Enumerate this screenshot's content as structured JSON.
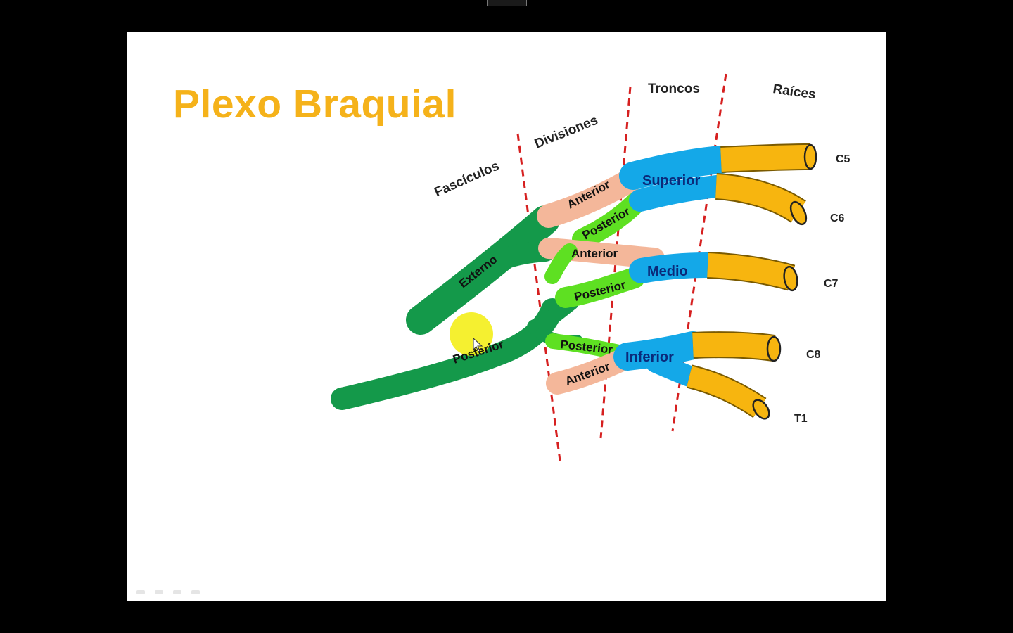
{
  "slide": {
    "title": "Plexo Braquial",
    "columns": [
      "Raíces",
      "Troncos",
      "Divisiones",
      "Fascículos"
    ],
    "roots": [
      "C5",
      "C6",
      "C7",
      "C8",
      "T1"
    ],
    "trunks": {
      "superior": "Superior",
      "medio": "Medio",
      "inferior": "Inferior"
    },
    "divisions": {
      "superior_anterior": "Anterior",
      "superior_posterior": "Posterior",
      "medio_anterior": "Anterior",
      "medio_posterior": "Posterior",
      "inferior_posterior": "Posterior",
      "inferior_anterior": "Anterior"
    },
    "cords": {
      "externo": "Externo",
      "posterior": "Posterior"
    }
  },
  "colors": {
    "title": "#f5b21a",
    "roots": "#f7b50f",
    "trunks": "#14a8e8",
    "anterior_division": "#f4b79a",
    "posterior_division": "#5ee022",
    "cords": "#14994a",
    "separator": "#d62020",
    "cursor_highlight": "#f4ee1a"
  }
}
